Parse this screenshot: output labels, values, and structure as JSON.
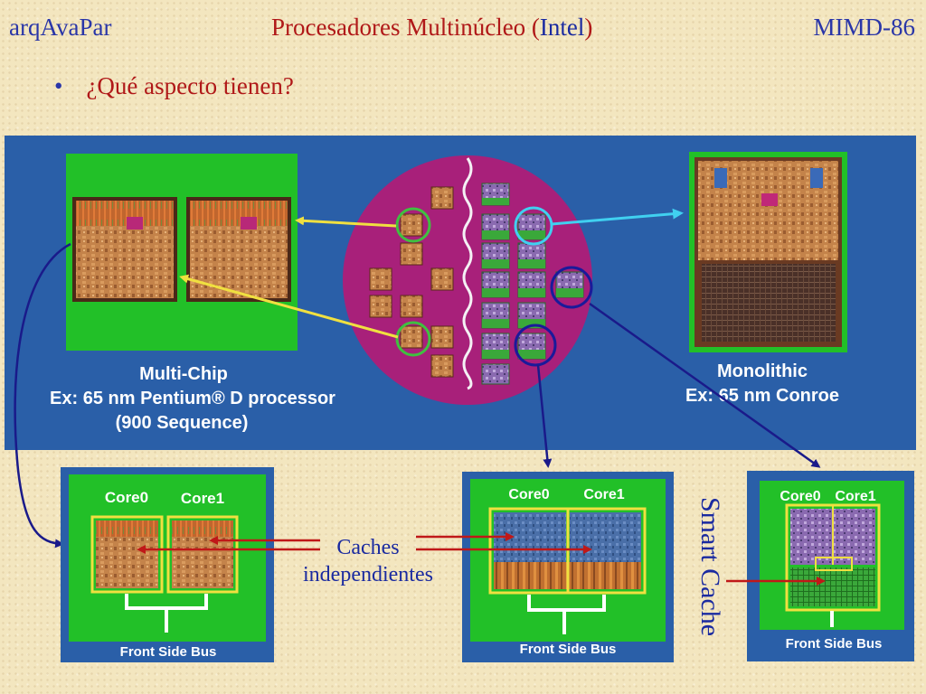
{
  "header": {
    "left": "arqAvaPar",
    "title_part1": "Procesadores Multinúcleo (",
    "title_intel": "Intel",
    "title_part2": ")",
    "right": "MIMD-86"
  },
  "bullet": "¿Qué aspecto tienen?",
  "top_panel": {
    "multichip_line1": "Multi-Chip",
    "multichip_line2": "Ex: 65 nm Pentium® D processor",
    "multichip_line3": "(900 Sequence)",
    "monolithic_line1": "Monolithic",
    "monolithic_line2": "Ex: 65 nm Conroe"
  },
  "bottom_panels": {
    "left": {
      "core0": "Core0",
      "core1": "Core1",
      "bus": "Front Side Bus"
    },
    "middle": {
      "core0": "Core0",
      "core1": "Core1",
      "bus": "Front Side Bus"
    },
    "right": {
      "core0": "Core0",
      "core1": "Core1",
      "bus": "Front Side Bus"
    }
  },
  "annotations": {
    "caches_line1": "Caches",
    "caches_line2": "independientes",
    "smart_cache": "Smart Cache"
  }
}
